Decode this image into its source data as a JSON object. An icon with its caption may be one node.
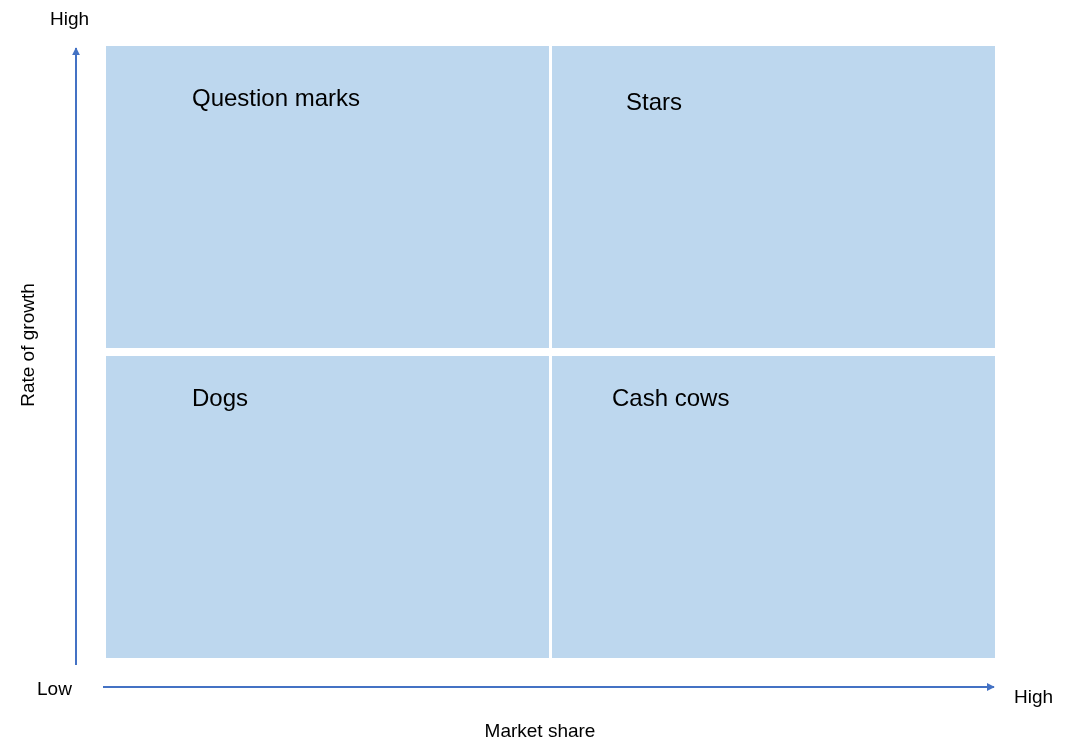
{
  "diagram": {
    "nodes": [
      {
        "text": [
          "Question marks"
        ]
      },
      {
        "text": [
          "Stars"
        ]
      },
      {
        "text": [
          "Dogs"
        ]
      },
      {
        "text": [
          "Cash cows"
        ]
      }
    ],
    "labels": [
      "High",
      "Rate of growth",
      "Low",
      "High",
      "Market share"
    ]
  }
}
